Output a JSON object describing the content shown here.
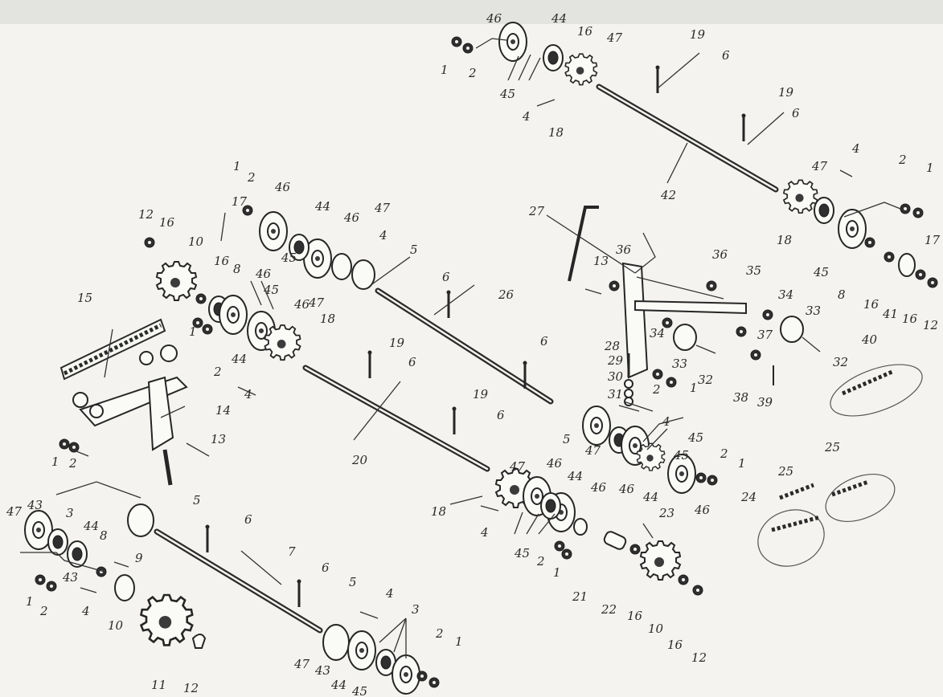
{
  "labels": [
    "1",
    "2",
    "3",
    "4",
    "5",
    "6",
    "7",
    "8",
    "9",
    "10",
    "11",
    "12",
    "13",
    "14",
    "15",
    "16",
    "17",
    "18",
    "19",
    "20",
    "21",
    "22",
    "23",
    "24",
    "25",
    "26",
    "27",
    "28",
    "29",
    "30",
    "31",
    "32",
    "33",
    "34",
    "35",
    "36",
    "37",
    "38",
    "39",
    "40",
    "41",
    "42",
    "43",
    "44",
    "45",
    "46",
    "47"
  ],
  "colors": {
    "background": "#f4f3ef",
    "ink": "#262626"
  }
}
